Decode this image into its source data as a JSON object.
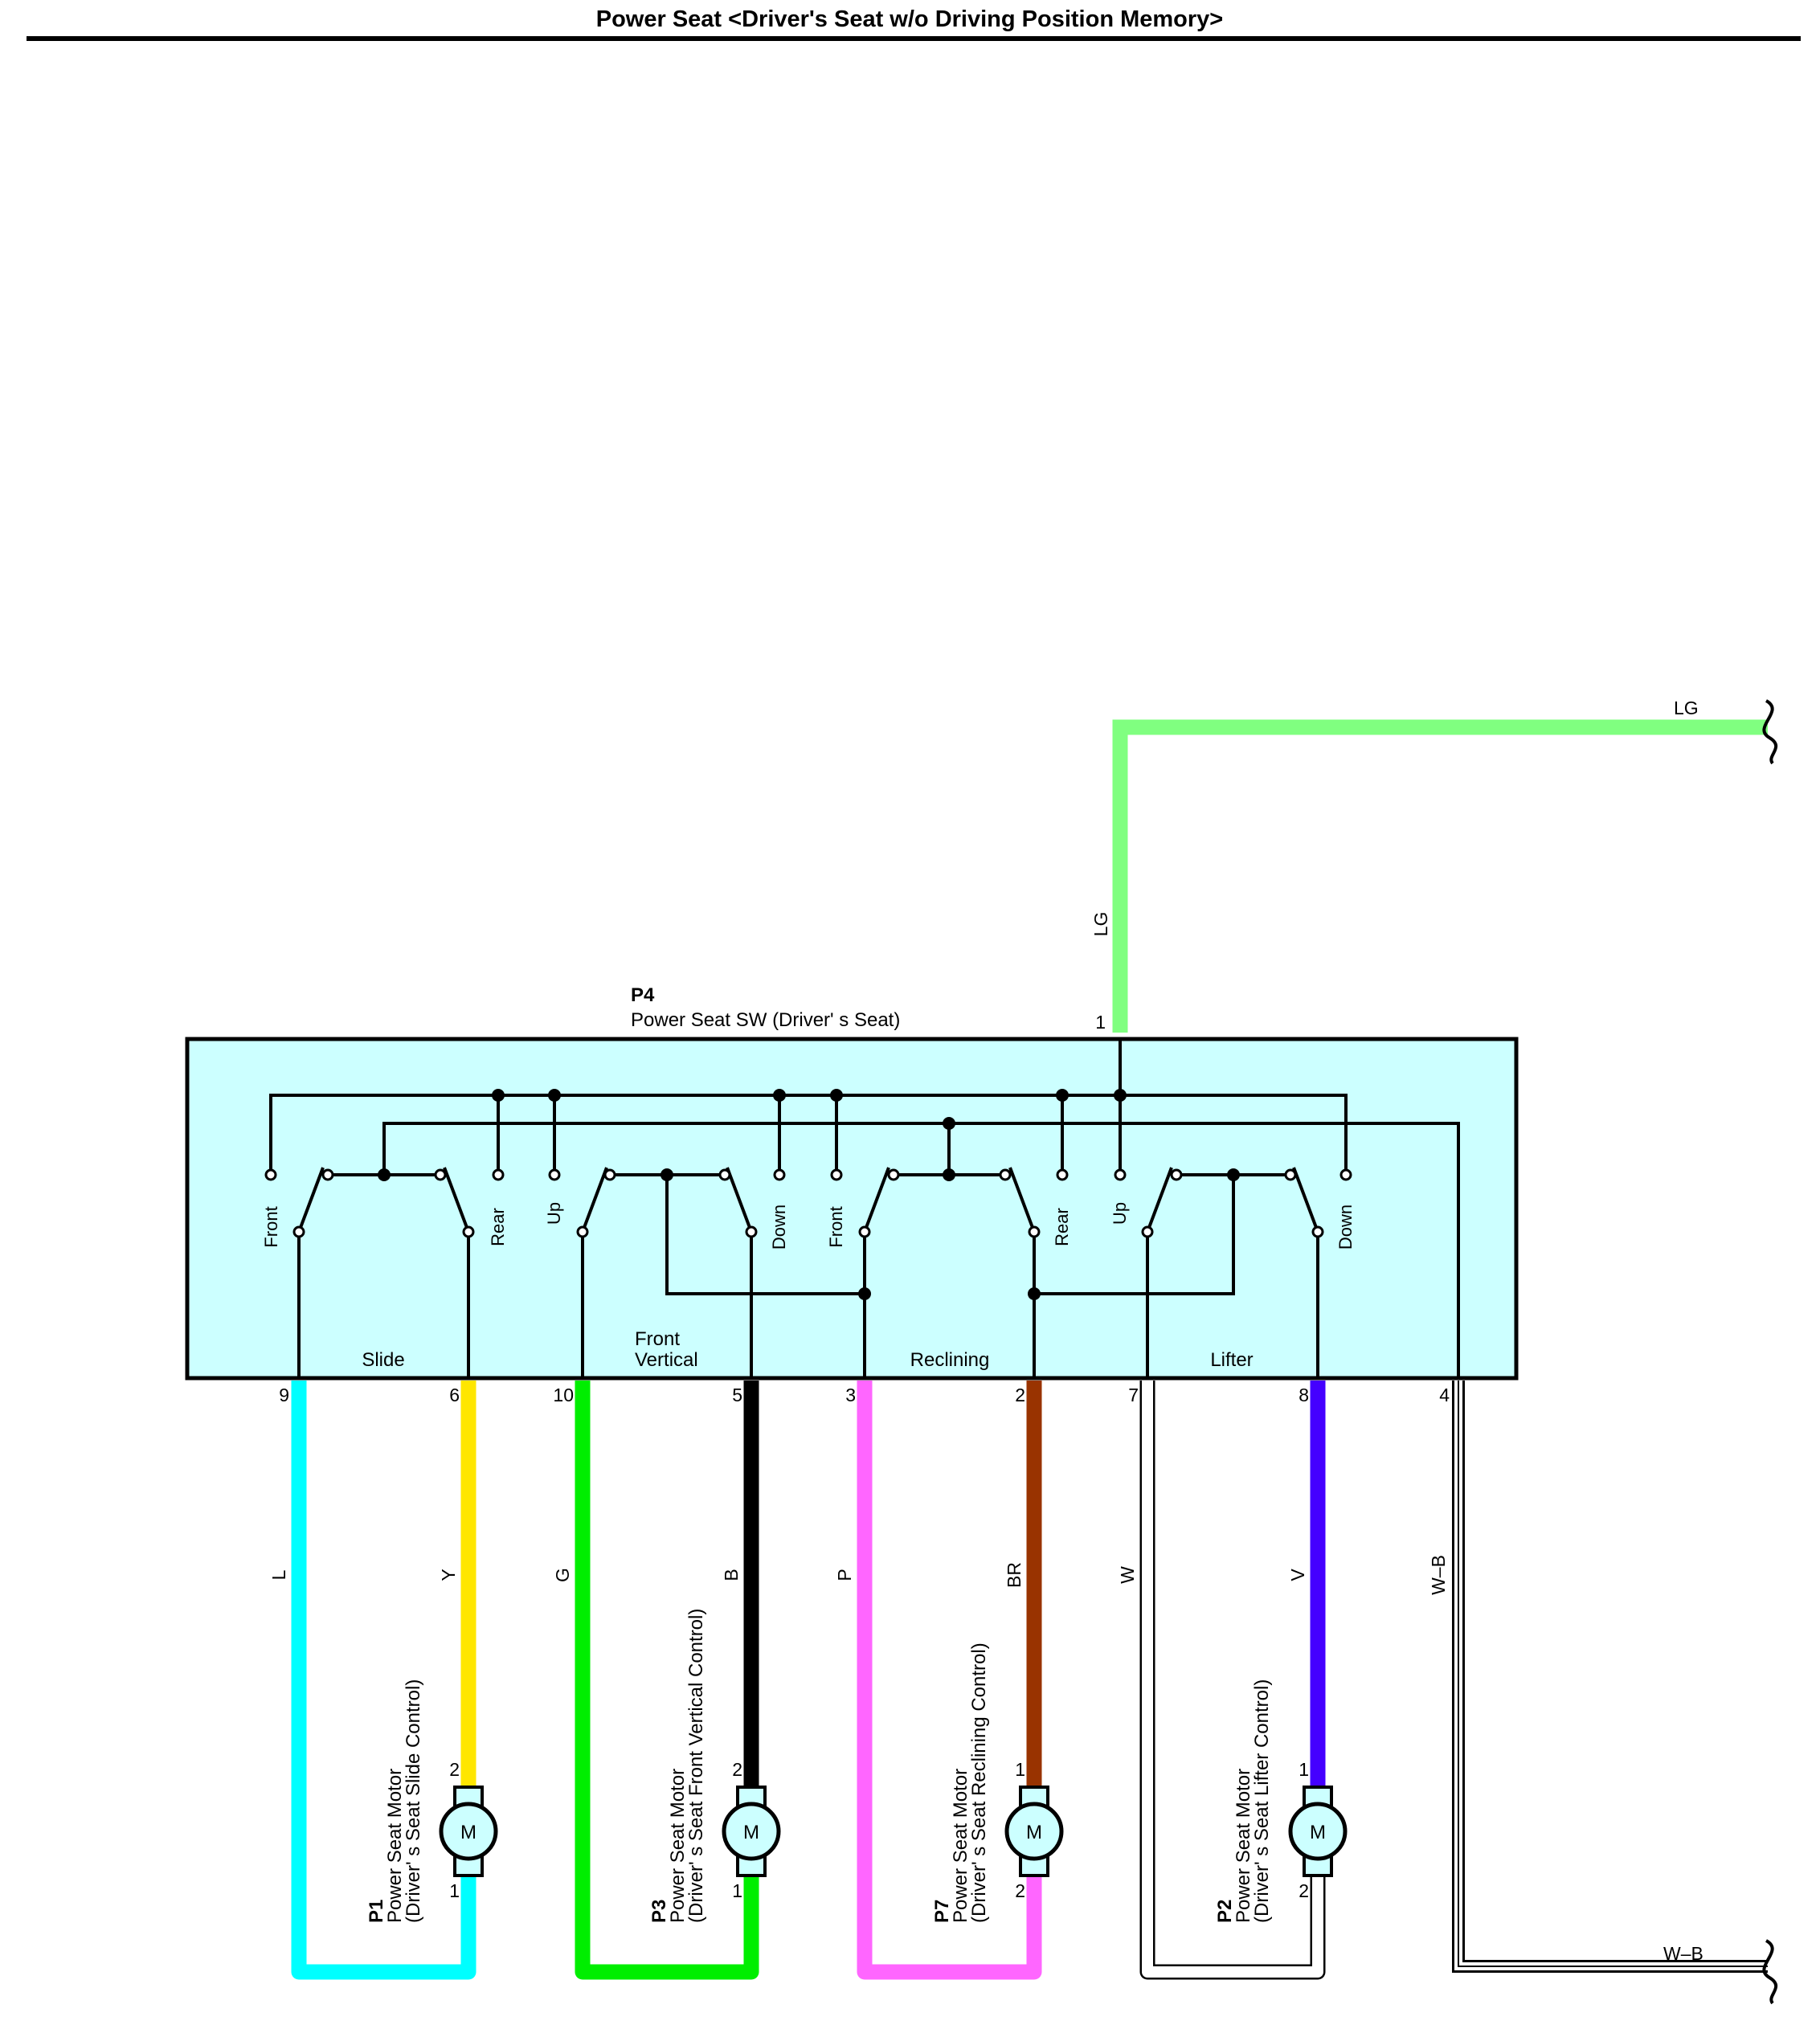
{
  "title": "Power Seat <Driver's Seat w/o Driving Position Memory>",
  "switch": {
    "code": "P4",
    "name": "Power Seat SW (Driver'  s Seat)",
    "pin_label": "1",
    "positions": [
      "Front",
      "Rear",
      "Up",
      "Down",
      "Front",
      "Rear",
      "Up",
      "Down"
    ],
    "sections": {
      "slide": "Slide",
      "front_vertical_1": "Front",
      "front_vertical_2": "Vertical",
      "reclining": "Reclining",
      "lifter": "Lifter"
    },
    "bottom_pins": [
      "9",
      "6",
      "10",
      "5",
      "3",
      "2",
      "7",
      "8",
      "4"
    ]
  },
  "wires": {
    "supply_top": "LG",
    "supply_vertical": "LG",
    "ground_bottom": "W–B",
    "ground_vertical": "W–B",
    "colors": [
      "L",
      "Y",
      "G",
      "B",
      "P",
      "BR",
      "W",
      "V"
    ]
  },
  "motors": [
    {
      "code": "P1",
      "line1": "Power Seat Motor",
      "line2": "(Driver'  s Seat Slide Control)",
      "top_pin": "2",
      "bottom_pin": "1",
      "symbol": "M"
    },
    {
      "code": "P3",
      "line1": "Power Seat Motor",
      "line2": "(Driver'  s Seat Front Vertical Control)",
      "top_pin": "2",
      "bottom_pin": "1",
      "symbol": "M"
    },
    {
      "code": "P7",
      "line1": "Power Seat Motor",
      "line2": "(Driver'  s Seat Reclining Control)",
      "top_pin": "1",
      "bottom_pin": "2",
      "symbol": "M"
    },
    {
      "code": "P2",
      "line1": "Power Seat Motor",
      "line2": "(Driver'  s Seat Lifter Control)",
      "top_pin": "1",
      "bottom_pin": "2",
      "symbol": "M"
    }
  ],
  "colors": {
    "LG": "#80ff80",
    "L": "#00ffff",
    "Y": "#ffe600",
    "G": "#00ee00",
    "B": "#000000",
    "P": "#ff66ff",
    "BR": "#993300",
    "V": "#4400ff",
    "switch_fill": "#ccffff",
    "motor_fill": "#ccffff"
  }
}
